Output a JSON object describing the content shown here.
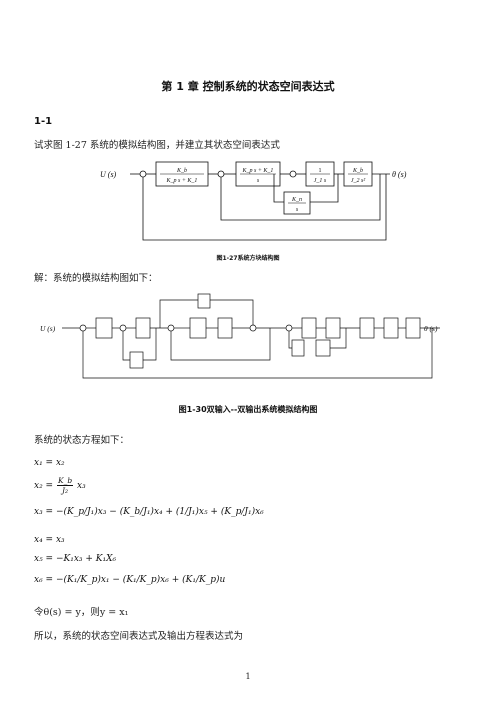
{
  "chapter_title": "第 1 章 控制系统的状态空间表达式",
  "section": "1-1",
  "question": "试求图 1-27 系统的模拟结构图，并建立其状态空间表达式",
  "fig1": {
    "input": "U (s)",
    "output": "θ (s)",
    "caption": "图1-27系统方块结构图",
    "blocks": {
      "b1_num": "K_b",
      "b1_den": "K_p s + K_1",
      "b2_num": "K_p s + K_1",
      "b2_den": "s",
      "b3_num": "1",
      "b3_den": "J_1 s",
      "b4_num": "K_b",
      "b4_den": "J_2 s²",
      "fb_num": "K_n",
      "fb_den": "s"
    }
  },
  "solution_intro": "解：系统的模拟结构图如下：",
  "fig2": {
    "input": "U (s)",
    "output": "θ (s)",
    "caption": "图1-30双输入--双输出系统模拟结构图"
  },
  "state_eq_intro": "系统的状态方程如下：",
  "equations": {
    "e1": "x₁ = x₂",
    "e2_lhs": "x₂ =",
    "e2_frac_num": "K_b",
    "e2_frac_den": "J₂",
    "e2_rest": "x₃",
    "e3": "x₃ = −(K_p/J₁)x₃ − (K_b/J₁)x₄ + (1/J₁)x₅ + (K_p/J₁)x₆",
    "e4": "x₄ = x₃",
    "e5": "x₅ = −K₁x₃ + K₁X₆",
    "e6": "x₆ = −(K₁/K_p)x₁ − (K₁/K_p)x₆ + (K₁/K_p)u"
  },
  "let_line": "令θ(s) = y，则y = x₁",
  "conclusion": "所以，系统的状态空间表达式及输出方程表达式为",
  "page_number": "1"
}
